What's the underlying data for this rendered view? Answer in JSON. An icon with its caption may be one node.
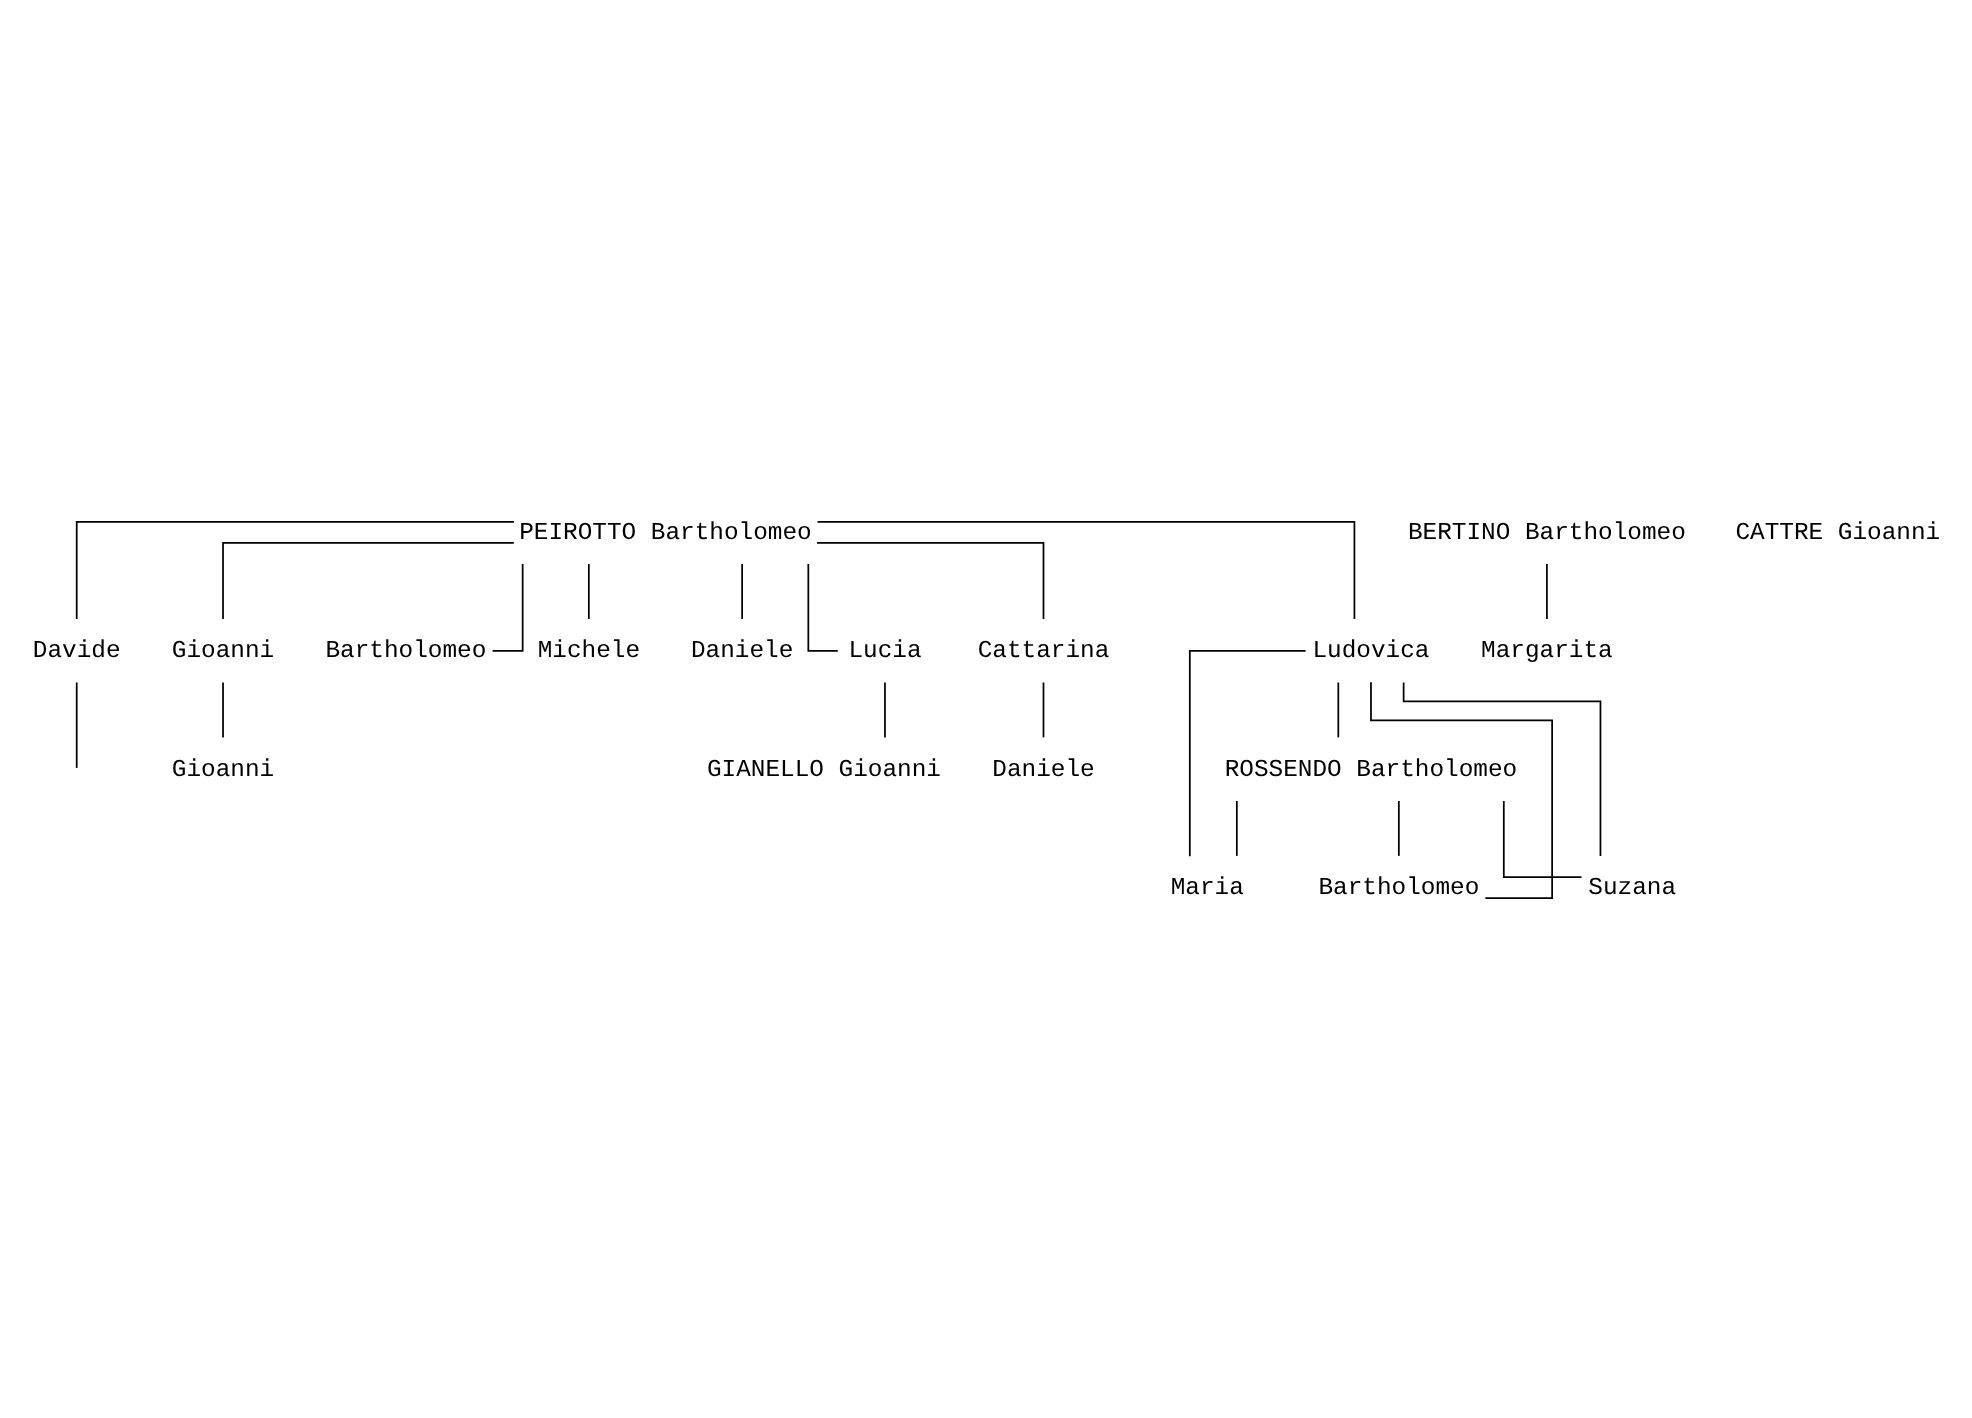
{
  "diagram": {
    "nodes": [
      {
        "text": [
          "PEIROTTO Bartholomeo"
        ]
      },
      {
        "text": [
          "Davide"
        ]
      },
      {
        "text": [
          "Gioanni"
        ]
      },
      {
        "text": [
          "Bartholomeo"
        ]
      },
      {
        "text": [
          "Michele"
        ]
      },
      {
        "text": [
          "Daniele"
        ]
      },
      {
        "text": [
          "Gioanni"
        ]
      },
      {
        "text": [
          "Lucia"
        ]
      },
      {
        "text": [
          "Cattarina"
        ]
      },
      {
        "text": [
          "Ludovica"
        ]
      },
      {
        "text": [
          "GIANELLO Gioanni"
        ]
      },
      {
        "text": [
          "Daniele"
        ]
      },
      {
        "text": [
          "ROSSENDO Bartholomeo"
        ]
      },
      {
        "text": [
          "BERTINO Bartholomeo"
        ]
      },
      {
        "text": [
          "Maria"
        ]
      },
      {
        "text": [
          "Bartholomeo"
        ]
      },
      {
        "text": [
          "Suzana"
        ]
      },
      {
        "text": [
          "CATTRE Gioanni"
        ]
      },
      {
        "text": [
          "Margarita"
        ]
      }
    ],
    "edges": [
      {
        "from": 0,
        "to": 1,
        "arrow": "none"
      },
      {
        "from": 0,
        "to": 2,
        "arrow": "none"
      },
      {
        "from": 0,
        "to": 3,
        "arrow": "none"
      },
      {
        "from": 0,
        "to": 4,
        "arrow": "none"
      },
      {
        "from": 0,
        "to": 5,
        "arrow": "none"
      },
      {
        "from": 0,
        "to": 7,
        "arrow": "none"
      },
      {
        "from": 0,
        "to": 8,
        "arrow": "none"
      },
      {
        "from": 0,
        "to": 9,
        "arrow": "none"
      },
      {
        "from": 1,
        "to": null,
        "arrow": "none"
      },
      {
        "from": 2,
        "to": 6,
        "arrow": "none"
      },
      {
        "from": 7,
        "to": 10,
        "arrow": "none"
      },
      {
        "from": 8,
        "to": 11,
        "arrow": "none"
      },
      {
        "from": 9,
        "to": 12,
        "arrow": "none"
      },
      {
        "from": 9,
        "to": 14,
        "arrow": "none"
      },
      {
        "from": 9,
        "to": 15,
        "arrow": "none"
      },
      {
        "from": 9,
        "to": 16,
        "arrow": "none"
      },
      {
        "from": 12,
        "to": 14,
        "arrow": "none"
      },
      {
        "from": 12,
        "to": 15,
        "arrow": "none"
      },
      {
        "from": 12,
        "to": 16,
        "arrow": "none"
      },
      {
        "from": 13,
        "to": 18,
        "arrow": "none"
      }
    ]
  }
}
